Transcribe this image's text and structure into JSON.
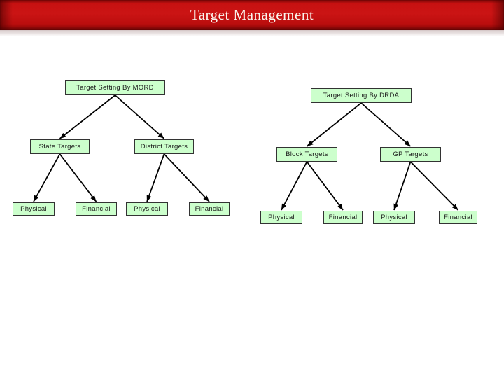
{
  "slide": {
    "title": "Target Management"
  },
  "colors": {
    "banner_red": "#cb1414",
    "title_text": "#faf5ee",
    "node_fill": "#ccffcc",
    "node_border": "#333333",
    "node_text": "#1a1a1a",
    "connector": "#000000"
  },
  "diagram": {
    "nodes": {
      "mord": {
        "label": "Target Setting By MORD"
      },
      "drda": {
        "label": "Target Setting By DRDA"
      },
      "state": {
        "label": "State Targets"
      },
      "district": {
        "label": "District Targets"
      },
      "block": {
        "label": "Block Targets"
      },
      "gp": {
        "label": "GP Targets"
      },
      "state_physical": {
        "label": "Physical"
      },
      "state_financial": {
        "label": "Financial"
      },
      "district_physical": {
        "label": "Physical"
      },
      "district_financial": {
        "label": "Financial"
      },
      "block_physical": {
        "label": "Physical"
      },
      "block_financial": {
        "label": "Financial"
      },
      "gp_physical": {
        "label": "Physical"
      },
      "gp_financial": {
        "label": "Financial"
      }
    },
    "edges": [
      {
        "from": "mord",
        "to": "state"
      },
      {
        "from": "mord",
        "to": "district"
      },
      {
        "from": "drda",
        "to": "block"
      },
      {
        "from": "drda",
        "to": "gp"
      },
      {
        "from": "state",
        "to": "state_physical"
      },
      {
        "from": "state",
        "to": "state_financial"
      },
      {
        "from": "district",
        "to": "district_physical"
      },
      {
        "from": "district",
        "to": "district_financial"
      },
      {
        "from": "block",
        "to": "block_physical"
      },
      {
        "from": "block",
        "to": "block_financial"
      },
      {
        "from": "gp",
        "to": "gp_physical"
      },
      {
        "from": "gp",
        "to": "gp_financial"
      }
    ]
  }
}
